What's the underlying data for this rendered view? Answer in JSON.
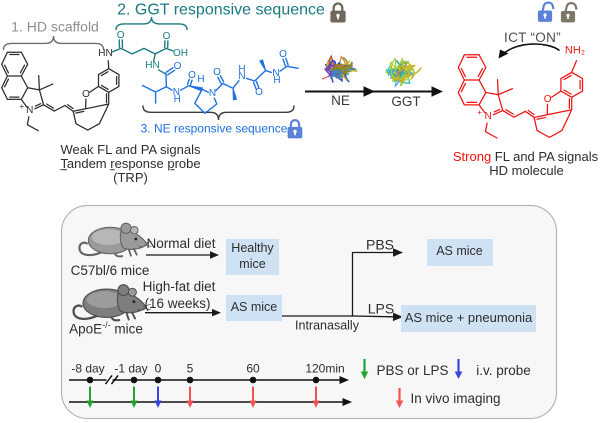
{
  "figure": {
    "top": {
      "hd_scaffold_label": "1. HD scaffold",
      "ggt_sequence_label": "2. GGT  responsive sequence",
      "ne_sequence_label": "3. NE responsive sequence",
      "weak_signals": "Weak FL and PA signals",
      "tandem_parts": [
        {
          "t": "T",
          "u": true
        },
        {
          "t": "andem ",
          "u": false
        },
        {
          "t": "r",
          "u": true
        },
        {
          "t": "esponse ",
          "u": false
        },
        {
          "t": "p",
          "u": true
        },
        {
          "t": "robe",
          "u": false
        }
      ],
      "trp_abbrev": "(TRP)",
      "enzyme1": "NE",
      "enzyme2": "GGT",
      "ict_label": "ICT  “ON”",
      "strong_word": "Strong",
      "strong_rest": " FL and PA signals",
      "hd_molecule_label": "HD molecule",
      "atoms": {
        "hn": "HN",
        "nh": "HN",
        "nh2": "NH₂",
        "o": "O",
        "oh": "OH",
        "n": "N",
        "plus": "+",
        "h": "H"
      }
    },
    "panel": {
      "mouse1_label": "C57bl/6 mice",
      "mouse2_base": "ApoE",
      "mouse2_sup": "-/-",
      "mouse2_rest": " mice",
      "normal_diet": "Normal diet",
      "highfat_diet": "High-fat diet",
      "highfat_weeks": "(16 weeks)",
      "intranasally": "Intranasally",
      "pbs": "PBS",
      "lps": "LPS",
      "box_healthy": "Healthy mice",
      "box_as1": "AS mice",
      "box_as2": "AS mice",
      "box_pneumonia": "AS mice + pneumonia",
      "timeline": {
        "ticks": [
          "-8 day",
          "-1 day",
          "0",
          "5",
          "60",
          "120min"
        ],
        "events": [
          {
            "time": "-8 day",
            "kind": "PBS or LPS"
          },
          {
            "time": "-1 day",
            "kind": "PBS or LPS"
          },
          {
            "time": "0",
            "kind": "i.v. probe"
          },
          {
            "time": "5",
            "kind": "In vivo imaging"
          },
          {
            "time": "60",
            "kind": "In vivo imaging"
          },
          {
            "time": "120min",
            "kind": "In vivo imaging"
          }
        ],
        "legend": [
          {
            "label": "PBS or LPS",
            "color": "#1fa32e"
          },
          {
            "label": "i.v. probe",
            "color": "#3b45dd"
          },
          {
            "label": "In vivo imaging",
            "color": "#f05552"
          }
        ]
      }
    },
    "colors": {
      "teal": "#197a80",
      "blue": "#1e6fe0",
      "red": "#ee1310",
      "box_fill": "#cfe2f3",
      "panel_fill": "#f7f7f7"
    }
  }
}
